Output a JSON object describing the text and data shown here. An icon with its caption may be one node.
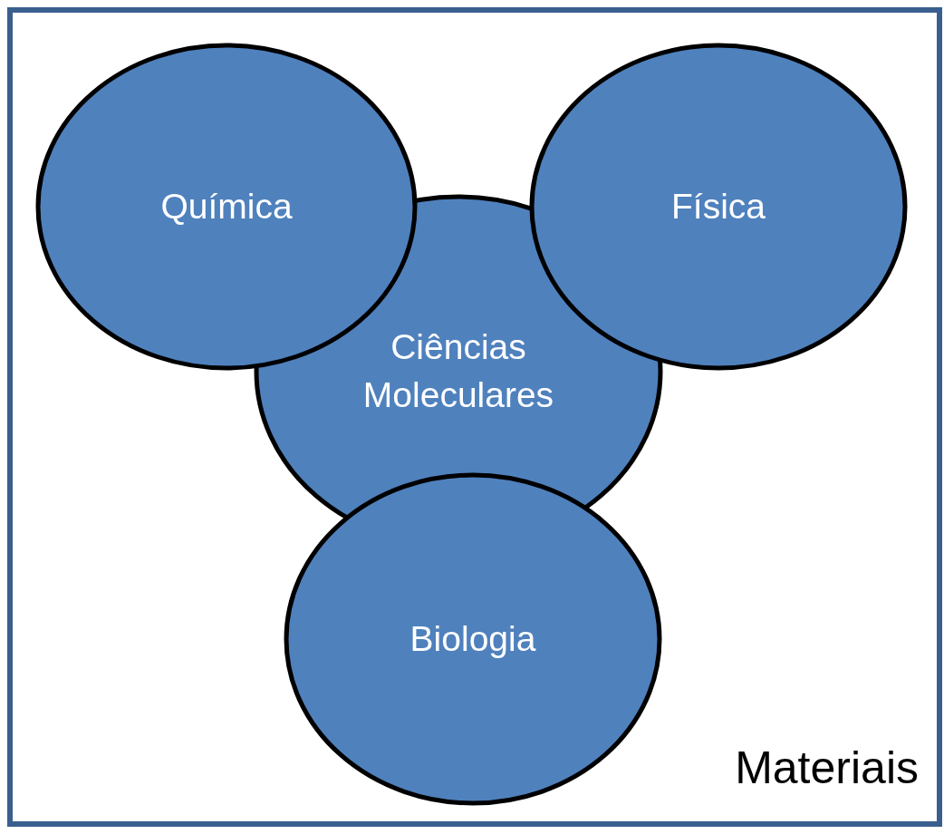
{
  "diagram": {
    "nodes": [
      {
        "text": [
          "Materiais"
        ]
      },
      {
        "text": [
          "Química"
        ],
        "in": 0
      },
      {
        "text": [
          "Física"
        ],
        "in": 0
      },
      {
        "text": [
          "Ciências Moleculares"
        ],
        "in": 0
      },
      {
        "text": [
          "Biologia"
        ],
        "in": 0
      }
    ]
  }
}
